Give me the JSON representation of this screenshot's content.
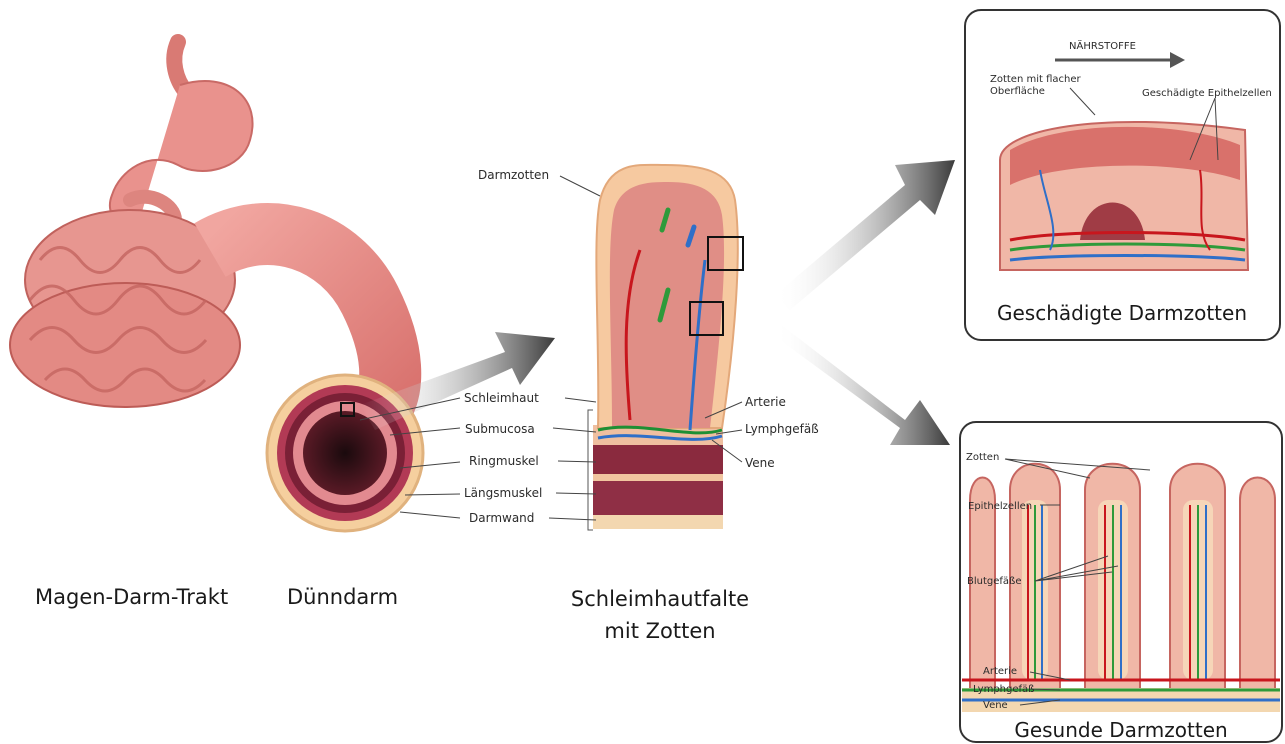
{
  "labels": {
    "darmzotten": "Darmzotten",
    "schleimhaut": "Schleimhaut",
    "submucosa": "Submucosa",
    "ringmuskel": "Ringmuskel",
    "laengsmuskel": "Längsmuskel",
    "darmwand": "Darmwand",
    "arterie": "Arterie",
    "lymphgefaess": "Lymphgefäß",
    "vene": "Vene"
  },
  "captions": {
    "magen_darm_trakt": "Magen-Darm-Trakt",
    "duenndarm": "Dünndarm",
    "schleimhautfalte_line1": "Schleimhautfalte",
    "schleimhautfalte_line2": "mit Zotten"
  },
  "damaged_panel": {
    "title": "Geschädigte Darmzotten",
    "naehrstoffe": "NÄHRSTOFFE",
    "flat_line1": "Zotten mit flacher",
    "flat_line2": "Oberfläche",
    "damaged_cells": "Geschädigte Epithelzellen"
  },
  "healthy_panel": {
    "title": "Gesunde Darmzotten",
    "zotten": "Zotten",
    "epithelzellen": "Epithelzellen",
    "blutgefaesse": "Blutgefäße",
    "arterie": "Arterie",
    "lymphgefaess": "Lymphgefäß",
    "vene": "Vene"
  },
  "colors": {
    "tissue": "#e8908c",
    "tissue_dark": "#c95f5c",
    "mucosa": "#f3c9a6",
    "muscle": "#8e2b3a",
    "artery": "#c8161d",
    "lymph": "#2e9a3a",
    "vein": "#2f6fc8",
    "panel_border": "#333333"
  }
}
